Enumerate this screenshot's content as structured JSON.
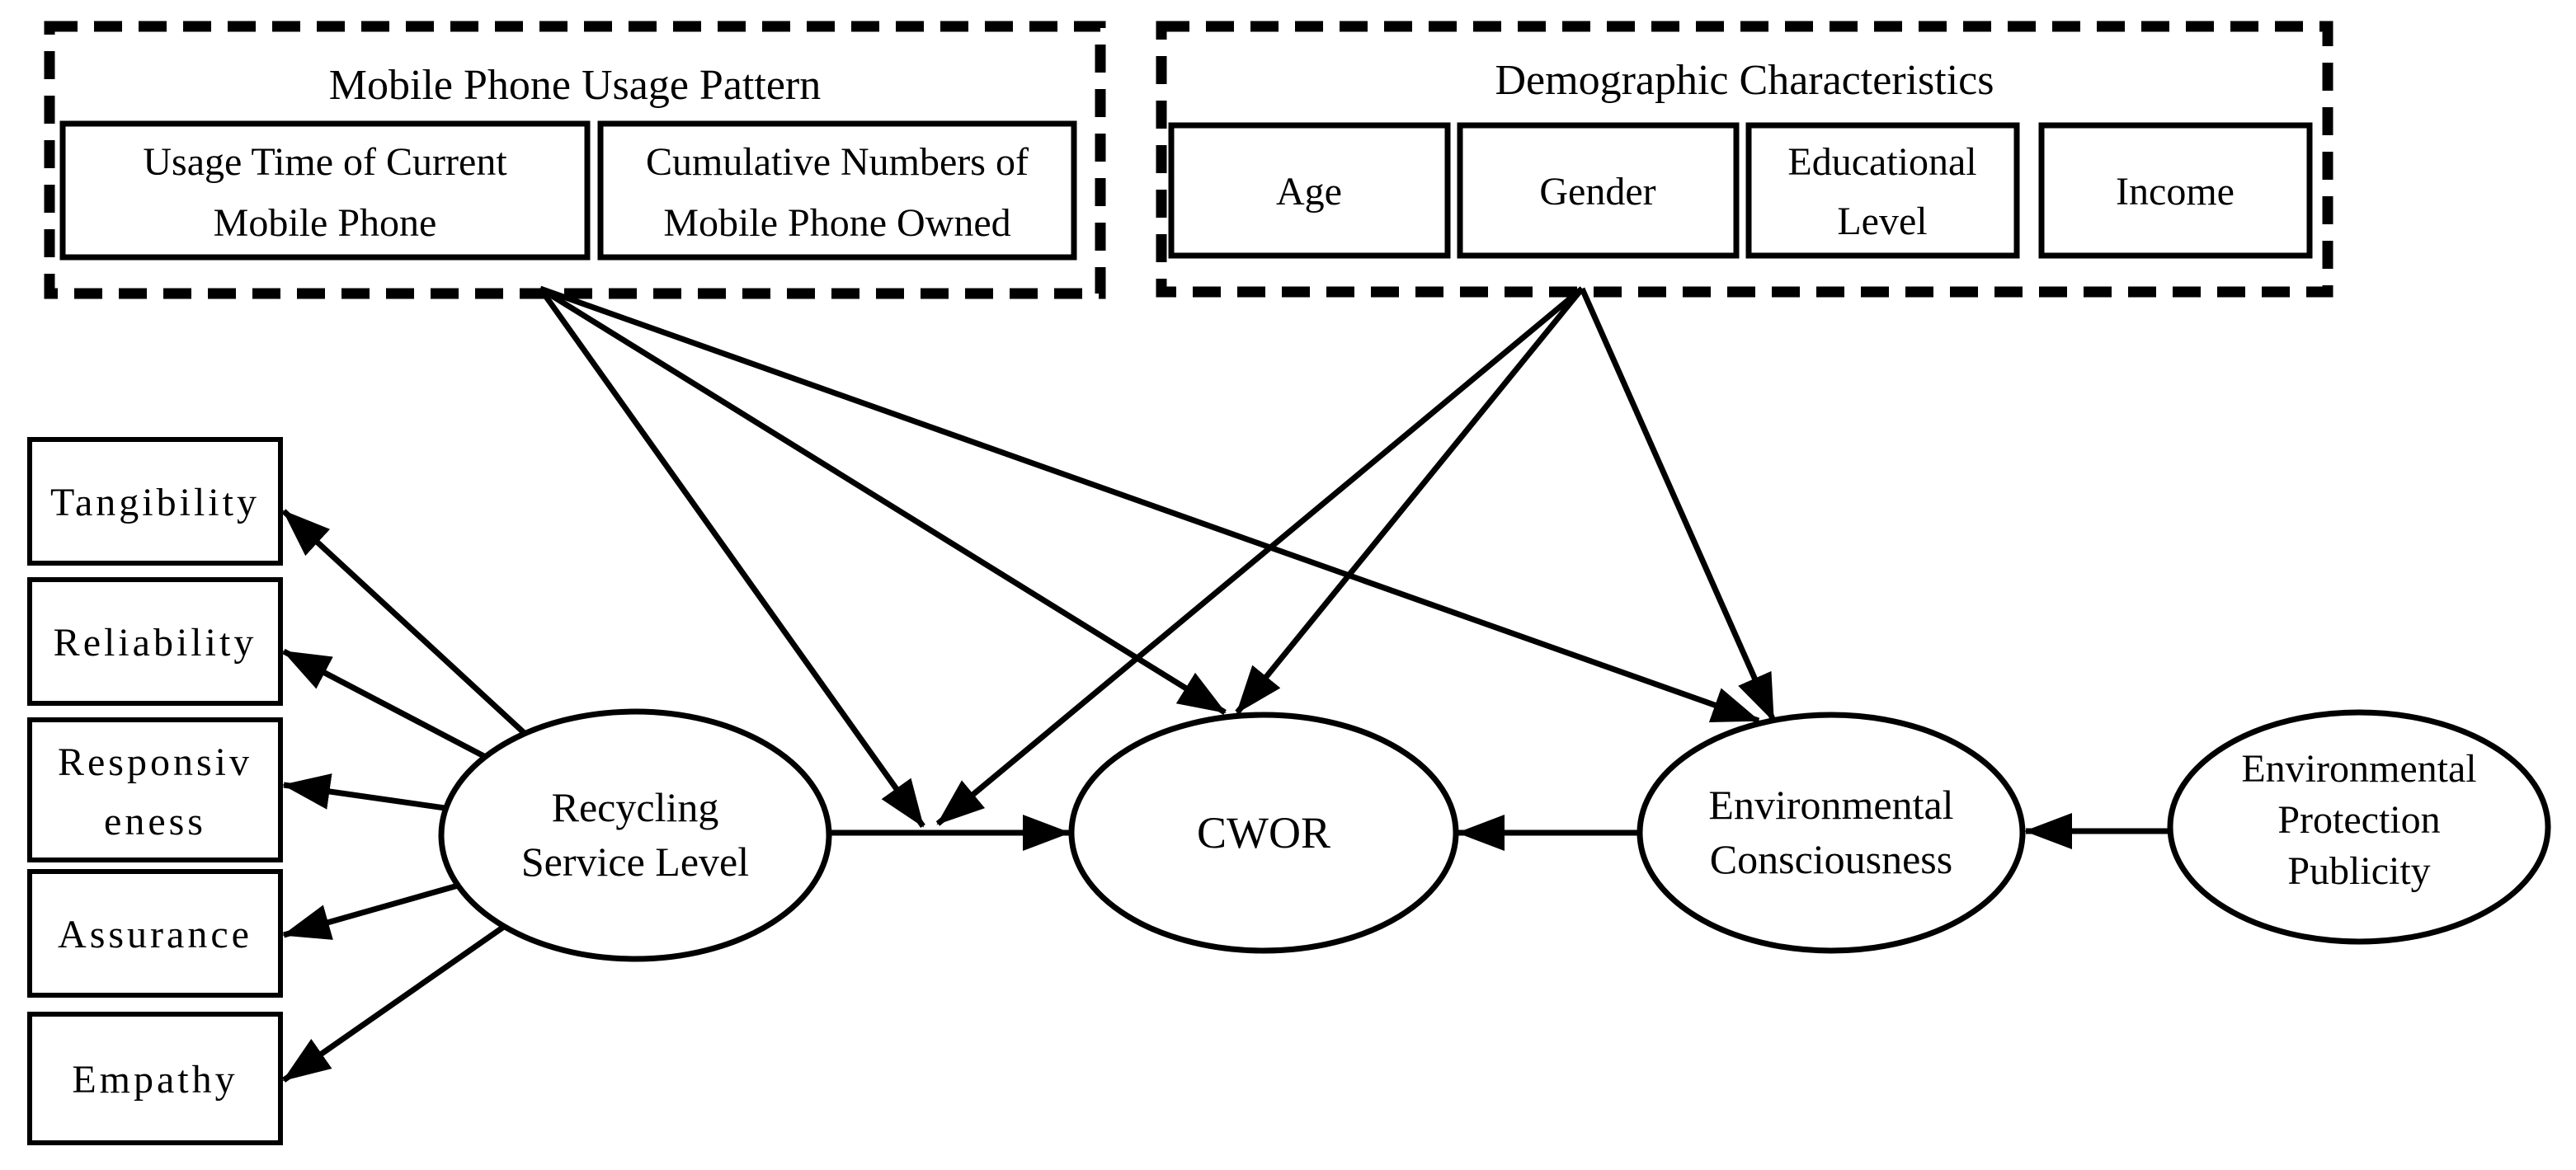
{
  "colors": {
    "background": "#ffffff",
    "ink": "#000000"
  },
  "mobile_usage_group": {
    "title": "Mobile Phone Usage Pattern",
    "boxes": [
      {
        "lines": [
          "Usage Time of Current",
          "Mobile Phone"
        ]
      },
      {
        "lines": [
          "Cumulative Numbers of",
          "Mobile Phone Owned"
        ]
      }
    ]
  },
  "demographic_group": {
    "title": "Demographic Characteristics",
    "boxes": [
      {
        "lines": [
          "Age"
        ]
      },
      {
        "lines": [
          "Gender"
        ]
      },
      {
        "lines": [
          "Educational",
          "Level"
        ]
      },
      {
        "lines": [
          "Income"
        ]
      }
    ]
  },
  "service_indicators": [
    {
      "lines": [
        "Tangibility"
      ]
    },
    {
      "lines": [
        "Reliability"
      ]
    },
    {
      "lines": [
        "Responsiv",
        "eness"
      ]
    },
    {
      "lines": [
        "Assurance"
      ]
    },
    {
      "lines": [
        "Empathy"
      ]
    }
  ],
  "constructs": {
    "recycling_service_level": {
      "lines": [
        "Recycling",
        "Service Level"
      ]
    },
    "cwor": {
      "lines": [
        "CWOR"
      ]
    },
    "environmental_consciousness": {
      "lines": [
        "Environmental",
        "Consciousness"
      ]
    },
    "environmental_protection_publicity": {
      "lines": [
        "Environmental",
        "Protection",
        "Publicity"
      ]
    }
  }
}
